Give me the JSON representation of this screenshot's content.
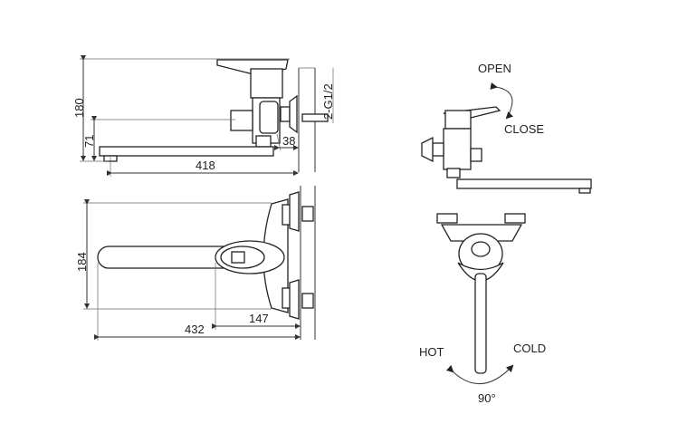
{
  "side_view": {
    "dims": {
      "height_total": "180",
      "spout_height": "71",
      "length": "418",
      "offset": "38",
      "connection": "2-G1/2"
    }
  },
  "top_view": {
    "dims": {
      "width": "184",
      "handle_offset": "147",
      "length": "432"
    }
  },
  "lever_view": {
    "open_label": "OPEN",
    "close_label": "CLOSE"
  },
  "front_view": {
    "hot_label": "HOT",
    "cold_label": "COLD",
    "angle_label": "90°"
  },
  "colors": {
    "line": "#222222",
    "background": "#ffffff"
  }
}
